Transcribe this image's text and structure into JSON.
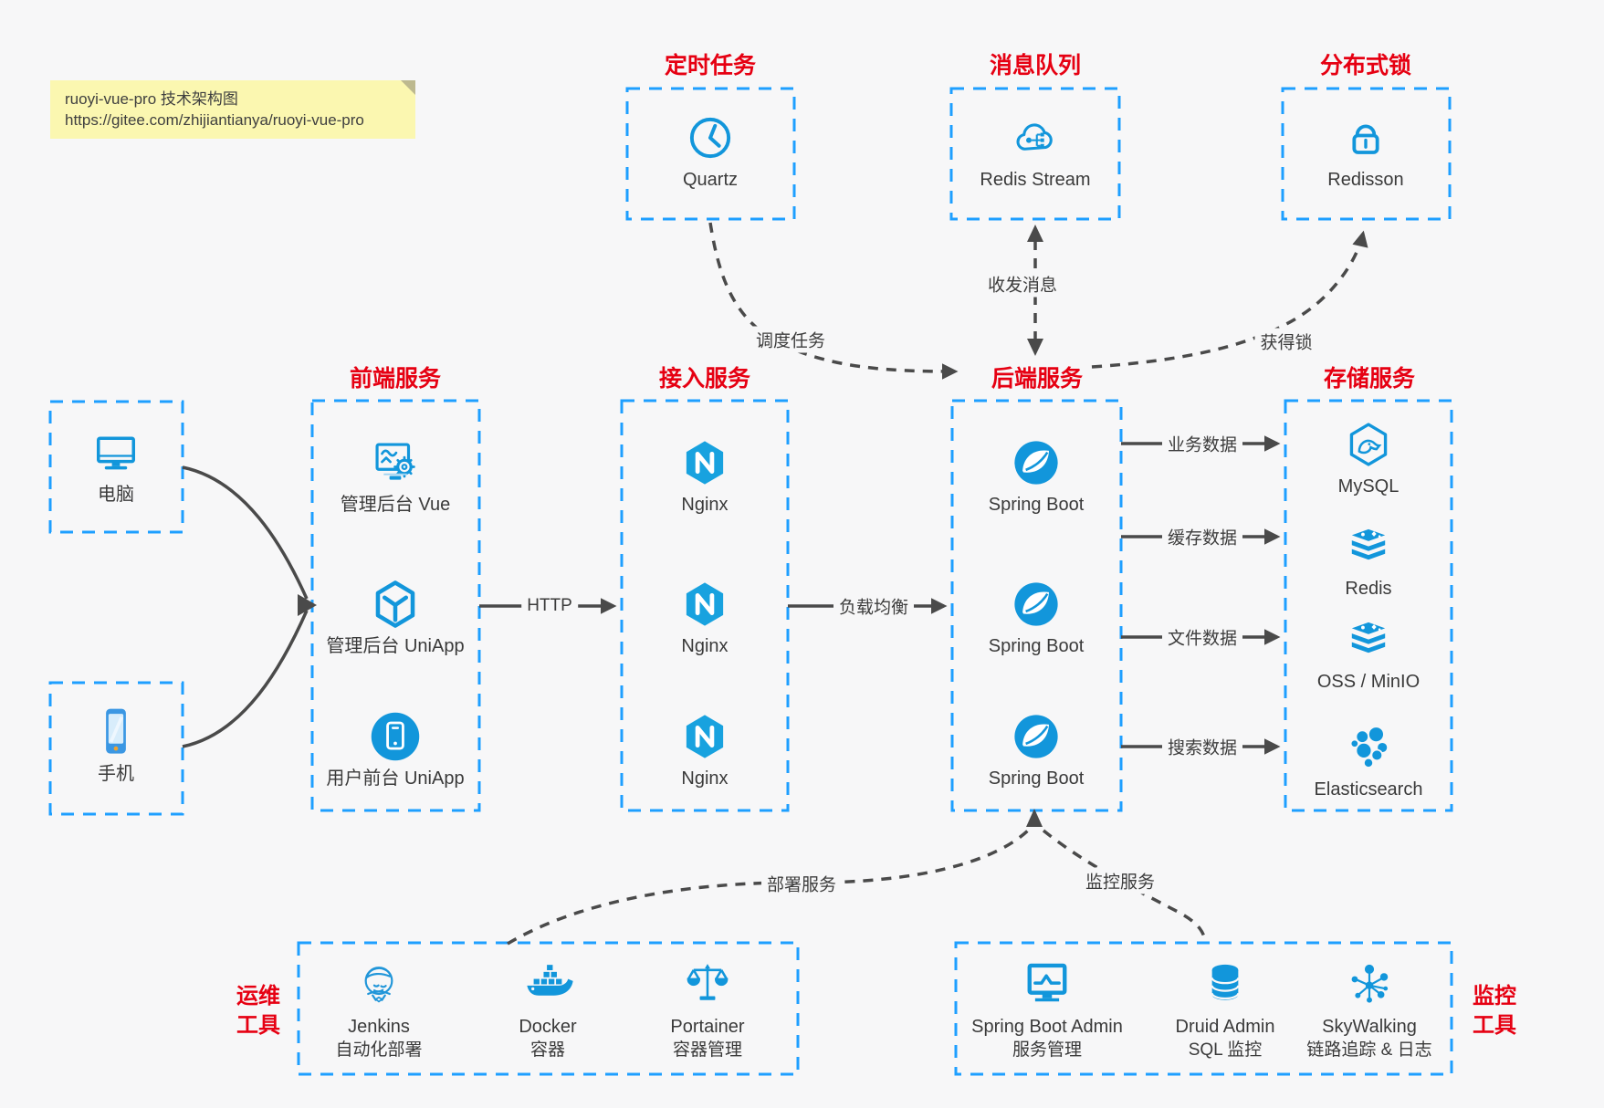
{
  "note": {
    "line1": "ruoyi-vue-pro 技术架构图",
    "line2": "https://gitee.com/zhijiantianya/ruoyi-vue-pro"
  },
  "top_groups": [
    {
      "title": "定时任务",
      "node": {
        "label": "Quartz",
        "icon": "clock-icon"
      }
    },
    {
      "title": "消息队列",
      "node": {
        "label": "Redis Stream",
        "icon": "cloud-stream-icon"
      }
    },
    {
      "title": "分布式锁",
      "node": {
        "label": "Redisson",
        "icon": "lock-icon"
      }
    }
  ],
  "clients": [
    {
      "label": "电脑",
      "icon": "desktop-icon"
    },
    {
      "label": "手机",
      "icon": "smartphone-icon"
    }
  ],
  "columns": [
    {
      "title": "前端服务",
      "items": [
        {
          "label": "管理后台 Vue"
        },
        {
          "label": "管理后台 UniApp"
        },
        {
          "label": "用户前台 UniApp"
        }
      ]
    },
    {
      "title": "接入服务",
      "items": [
        {
          "label": "Nginx"
        },
        {
          "label": "Nginx"
        },
        {
          "label": "Nginx"
        }
      ]
    },
    {
      "title": "后端服务",
      "items": [
        {
          "label": "Spring Boot"
        },
        {
          "label": "Spring Boot"
        },
        {
          "label": "Spring Boot"
        }
      ]
    },
    {
      "title": "存储服务",
      "items": [
        {
          "label": "MySQL"
        },
        {
          "label": "Redis"
        },
        {
          "label": "OSS / MinIO"
        },
        {
          "label": "Elasticsearch"
        }
      ]
    }
  ],
  "edge_labels": {
    "http": "HTTP",
    "load_balance": "负载均衡",
    "schedule": "调度任务",
    "message": "收发消息",
    "lock": "获得锁",
    "business": "业务数据",
    "cache": "缓存数据",
    "file": "文件数据",
    "search": "搜索数据",
    "deploy": "部署服务",
    "monitor": "监控服务"
  },
  "bottom_groups": [
    {
      "side": [
        "运维",
        "工具"
      ],
      "items": [
        {
          "name": "Jenkins",
          "desc": "自动化部署"
        },
        {
          "name": "Docker",
          "desc": "容器"
        },
        {
          "name": "Portainer",
          "desc": "容器管理"
        }
      ]
    },
    {
      "side": [
        "监控",
        "工具"
      ],
      "items": [
        {
          "name": "Spring Boot Admin",
          "desc": "服务管理"
        },
        {
          "name": "Druid Admin",
          "desc": "SQL 监控"
        },
        {
          "name": "SkyWalking",
          "desc": "链路追踪 & 日志"
        }
      ]
    }
  ],
  "colors": {
    "accent_blue": "#1e9fff",
    "icon_blue": "#1296db",
    "title_red": "#e60012",
    "arrow_gray": "#4a4a4a",
    "note_bg": "#fbf7b0",
    "canvas_bg": "#f7f7f8"
  }
}
